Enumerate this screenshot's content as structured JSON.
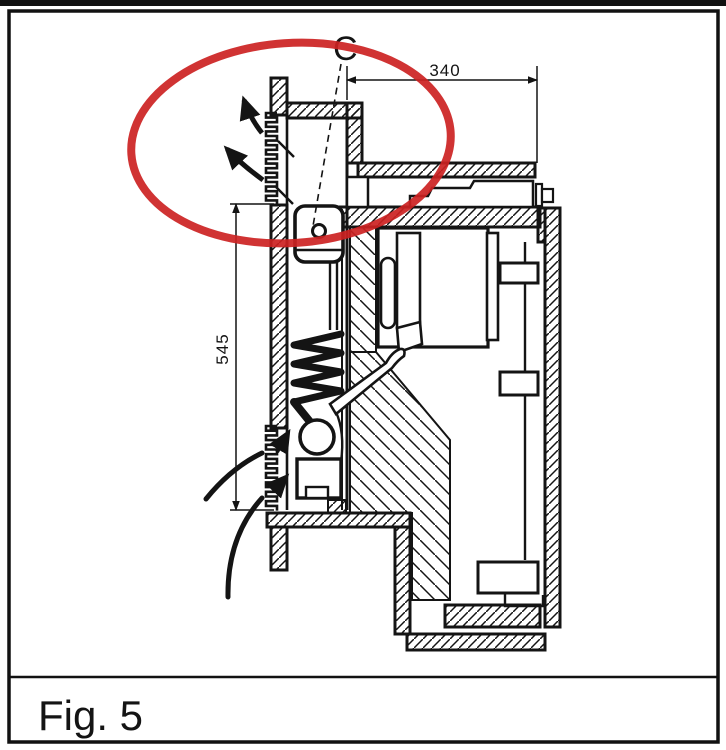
{
  "page": {
    "background": "#ffffff",
    "ink": "#141414",
    "frame_color": "#111111"
  },
  "titleblock": {
    "caption": "Fig. 5"
  },
  "drawing": {
    "type": "patent-cross-section-view",
    "labels": {
      "component": "C"
    },
    "dimensions": {
      "horizontal": "340",
      "vertical": "545"
    },
    "highlight": {
      "shape": "ellipse",
      "color": "#cc2222"
    },
    "icons": {
      "airflow_out_arrows": "curved-arrow-up",
      "airflow_in_arrows": "curved-arrow-up-right"
    }
  }
}
